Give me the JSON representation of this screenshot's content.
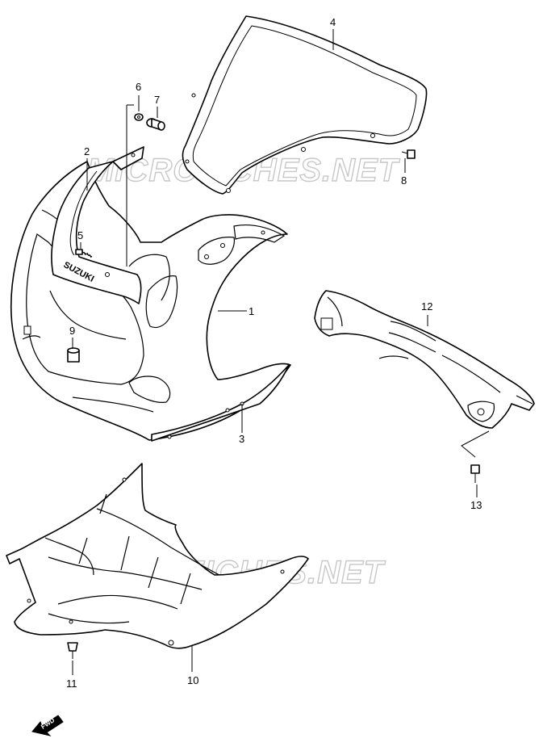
{
  "watermark": "MICROFICHES.NET",
  "logo_text": "SUZUKI",
  "fwd_label": "FWD",
  "callouts": [
    {
      "id": "1",
      "part": "upper-cowling"
    },
    {
      "id": "2",
      "part": "cowling-stripe"
    },
    {
      "id": "3",
      "part": "lower-cowling-stripe"
    },
    {
      "id": "4",
      "part": "windscreen"
    },
    {
      "id": "5",
      "part": "screw"
    },
    {
      "id": "6",
      "part": "washer"
    },
    {
      "id": "7",
      "part": "bolt-nut"
    },
    {
      "id": "8",
      "part": "screen-screw"
    },
    {
      "id": "9",
      "part": "cushion"
    },
    {
      "id": "10",
      "part": "under-cowling"
    },
    {
      "id": "11",
      "part": "clip"
    },
    {
      "id": "12",
      "part": "inner-cover"
    },
    {
      "id": "13",
      "part": "inner-cover-screw"
    }
  ]
}
